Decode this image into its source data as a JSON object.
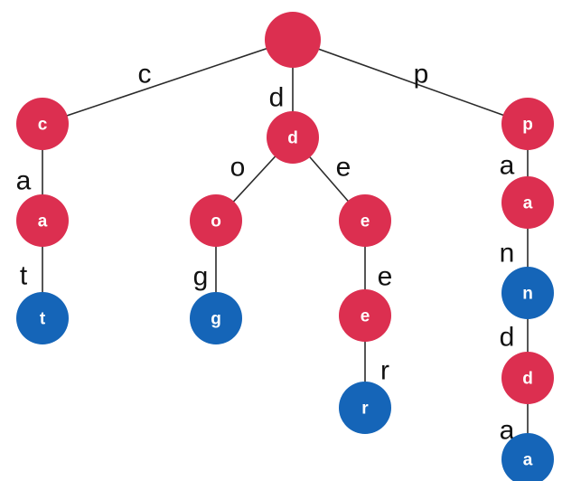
{
  "colors": {
    "internal_node": "#dc2f50",
    "terminal_node": "#1565b8"
  },
  "nodes": [
    {
      "id": "root",
      "label": "",
      "kind": "internal"
    },
    {
      "id": "c",
      "label": "c",
      "kind": "internal"
    },
    {
      "id": "ca",
      "label": "a",
      "kind": "internal"
    },
    {
      "id": "cat",
      "label": "t",
      "kind": "terminal"
    },
    {
      "id": "d",
      "label": "d",
      "kind": "internal"
    },
    {
      "id": "do",
      "label": "o",
      "kind": "internal"
    },
    {
      "id": "dog",
      "label": "g",
      "kind": "terminal"
    },
    {
      "id": "de",
      "label": "e",
      "kind": "internal"
    },
    {
      "id": "dee",
      "label": "e",
      "kind": "internal"
    },
    {
      "id": "deer",
      "label": "r",
      "kind": "terminal"
    },
    {
      "id": "p",
      "label": "p",
      "kind": "internal"
    },
    {
      "id": "pa",
      "label": "a",
      "kind": "internal"
    },
    {
      "id": "pan",
      "label": "n",
      "kind": "terminal"
    },
    {
      "id": "pand",
      "label": "d",
      "kind": "internal"
    },
    {
      "id": "panda",
      "label": "a",
      "kind": "terminal"
    }
  ],
  "edges": [
    {
      "from": "root",
      "to": "c",
      "label": "c"
    },
    {
      "from": "c",
      "to": "ca",
      "label": "a"
    },
    {
      "from": "ca",
      "to": "cat",
      "label": "t"
    },
    {
      "from": "root",
      "to": "d",
      "label": "d"
    },
    {
      "from": "d",
      "to": "do",
      "label": "o"
    },
    {
      "from": "do",
      "to": "dog",
      "label": "g"
    },
    {
      "from": "d",
      "to": "de",
      "label": "e"
    },
    {
      "from": "de",
      "to": "dee",
      "label": "e"
    },
    {
      "from": "dee",
      "to": "deer",
      "label": "r"
    },
    {
      "from": "root",
      "to": "p",
      "label": "p"
    },
    {
      "from": "p",
      "to": "pa",
      "label": "a"
    },
    {
      "from": "pa",
      "to": "pan",
      "label": "n"
    },
    {
      "from": "pan",
      "to": "pand",
      "label": "d"
    },
    {
      "from": "pand",
      "to": "panda",
      "label": "a"
    }
  ]
}
